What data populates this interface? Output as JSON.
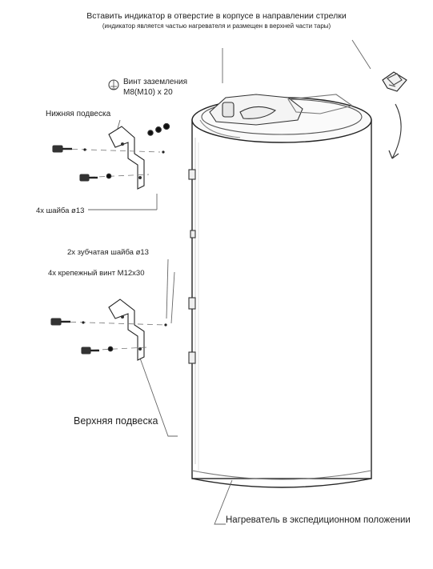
{
  "labels": {
    "indicator_instruction": "Вставить индикатор в отверстие в корпусе в направлении стрелки",
    "indicator_note": "(индикатор является частью нагревателя и размещен в верхней части тары)",
    "ground_screw_line1": "Винт заземления",
    "ground_screw_line2": "M8(M10) x 20",
    "lower_bracket": "Нижняя подвеска",
    "washer_4x": "4x шайба ø13",
    "toothed_washer_2x": "2x зубчатая шайба ø13",
    "mounting_screw_4x": "4x крепежный винт M12x30",
    "upper_bracket": "Верхняя подвеска",
    "heater_transport": "Нагреватель в экспедиционном положении"
  }
}
